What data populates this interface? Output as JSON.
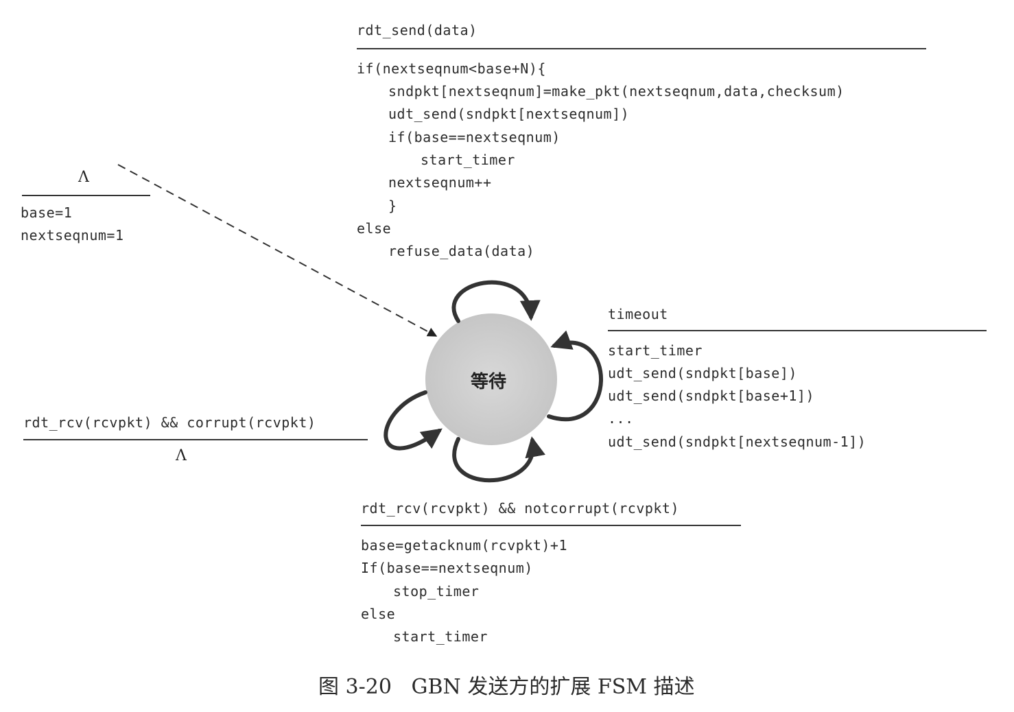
{
  "init": {
    "event": "Λ",
    "actions": [
      "base=1",
      "nextseqnum=1"
    ]
  },
  "send": {
    "event": "rdt_send(data)",
    "actions": [
      "if(nextseqnum<base+N){",
      "sndpkt[nextseqnum]=make_pkt(nextseqnum,data,checksum)",
      "udt_send(sndpkt[nextseqnum])",
      "if(base==nextseqnum)",
      "start_timer",
      "nextseqnum++",
      "}",
      "else",
      "refuse_data(data)"
    ]
  },
  "timeout": {
    "event": "timeout",
    "actions": [
      "start_timer",
      "udt_send(sndpkt[base])",
      "udt_send(sndpkt[base+1])",
      "...",
      "udt_send(sndpkt[nextseqnum-1])"
    ]
  },
  "corrupt": {
    "event": "rdt_rcv(rcvpkt) && corrupt(rcvpkt)",
    "action": "Λ"
  },
  "notcorrupt": {
    "event": "rdt_rcv(rcvpkt) && notcorrupt(rcvpkt)",
    "actions": [
      "base=getacknum(rcvpkt)+1",
      "If(base==nextseqnum)",
      "stop_timer",
      "else",
      "start_timer"
    ]
  },
  "state": {
    "label": "等待"
  },
  "caption": {
    "number": "图 3-20",
    "title": "GBN 发送方的扩展 FSM 描述"
  }
}
